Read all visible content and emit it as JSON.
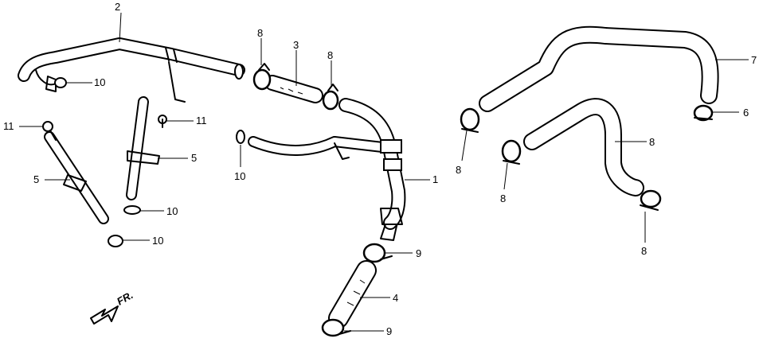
{
  "callouts": [
    {
      "id": "c-2",
      "text": "2"
    },
    {
      "id": "c-8a",
      "text": "8"
    },
    {
      "id": "c-3",
      "text": "3"
    },
    {
      "id": "c-8b",
      "text": "8"
    },
    {
      "id": "c-10a",
      "text": "10"
    },
    {
      "id": "c-11a",
      "text": "11"
    },
    {
      "id": "c-11b",
      "text": "11"
    },
    {
      "id": "c-5a",
      "text": "5"
    },
    {
      "id": "c-5b",
      "text": "5"
    },
    {
      "id": "c-10b",
      "text": "10"
    },
    {
      "id": "c-10c",
      "text": "10"
    },
    {
      "id": "c-10d",
      "text": "10"
    },
    {
      "id": "c-1",
      "text": "1"
    },
    {
      "id": "c-9a",
      "text": "9"
    },
    {
      "id": "c-4",
      "text": "4"
    },
    {
      "id": "c-9b",
      "text": "9"
    },
    {
      "id": "c-7",
      "text": "7"
    },
    {
      "id": "c-8c",
      "text": "8"
    },
    {
      "id": "c-8d",
      "text": "8"
    },
    {
      "id": "c-6",
      "text": "6"
    },
    {
      "id": "c-8e",
      "text": "8"
    },
    {
      "id": "c-8f",
      "text": "8"
    }
  ],
  "direction_label": "FR.",
  "colors": {
    "ink": "#000000",
    "paper": "#ffffff"
  }
}
